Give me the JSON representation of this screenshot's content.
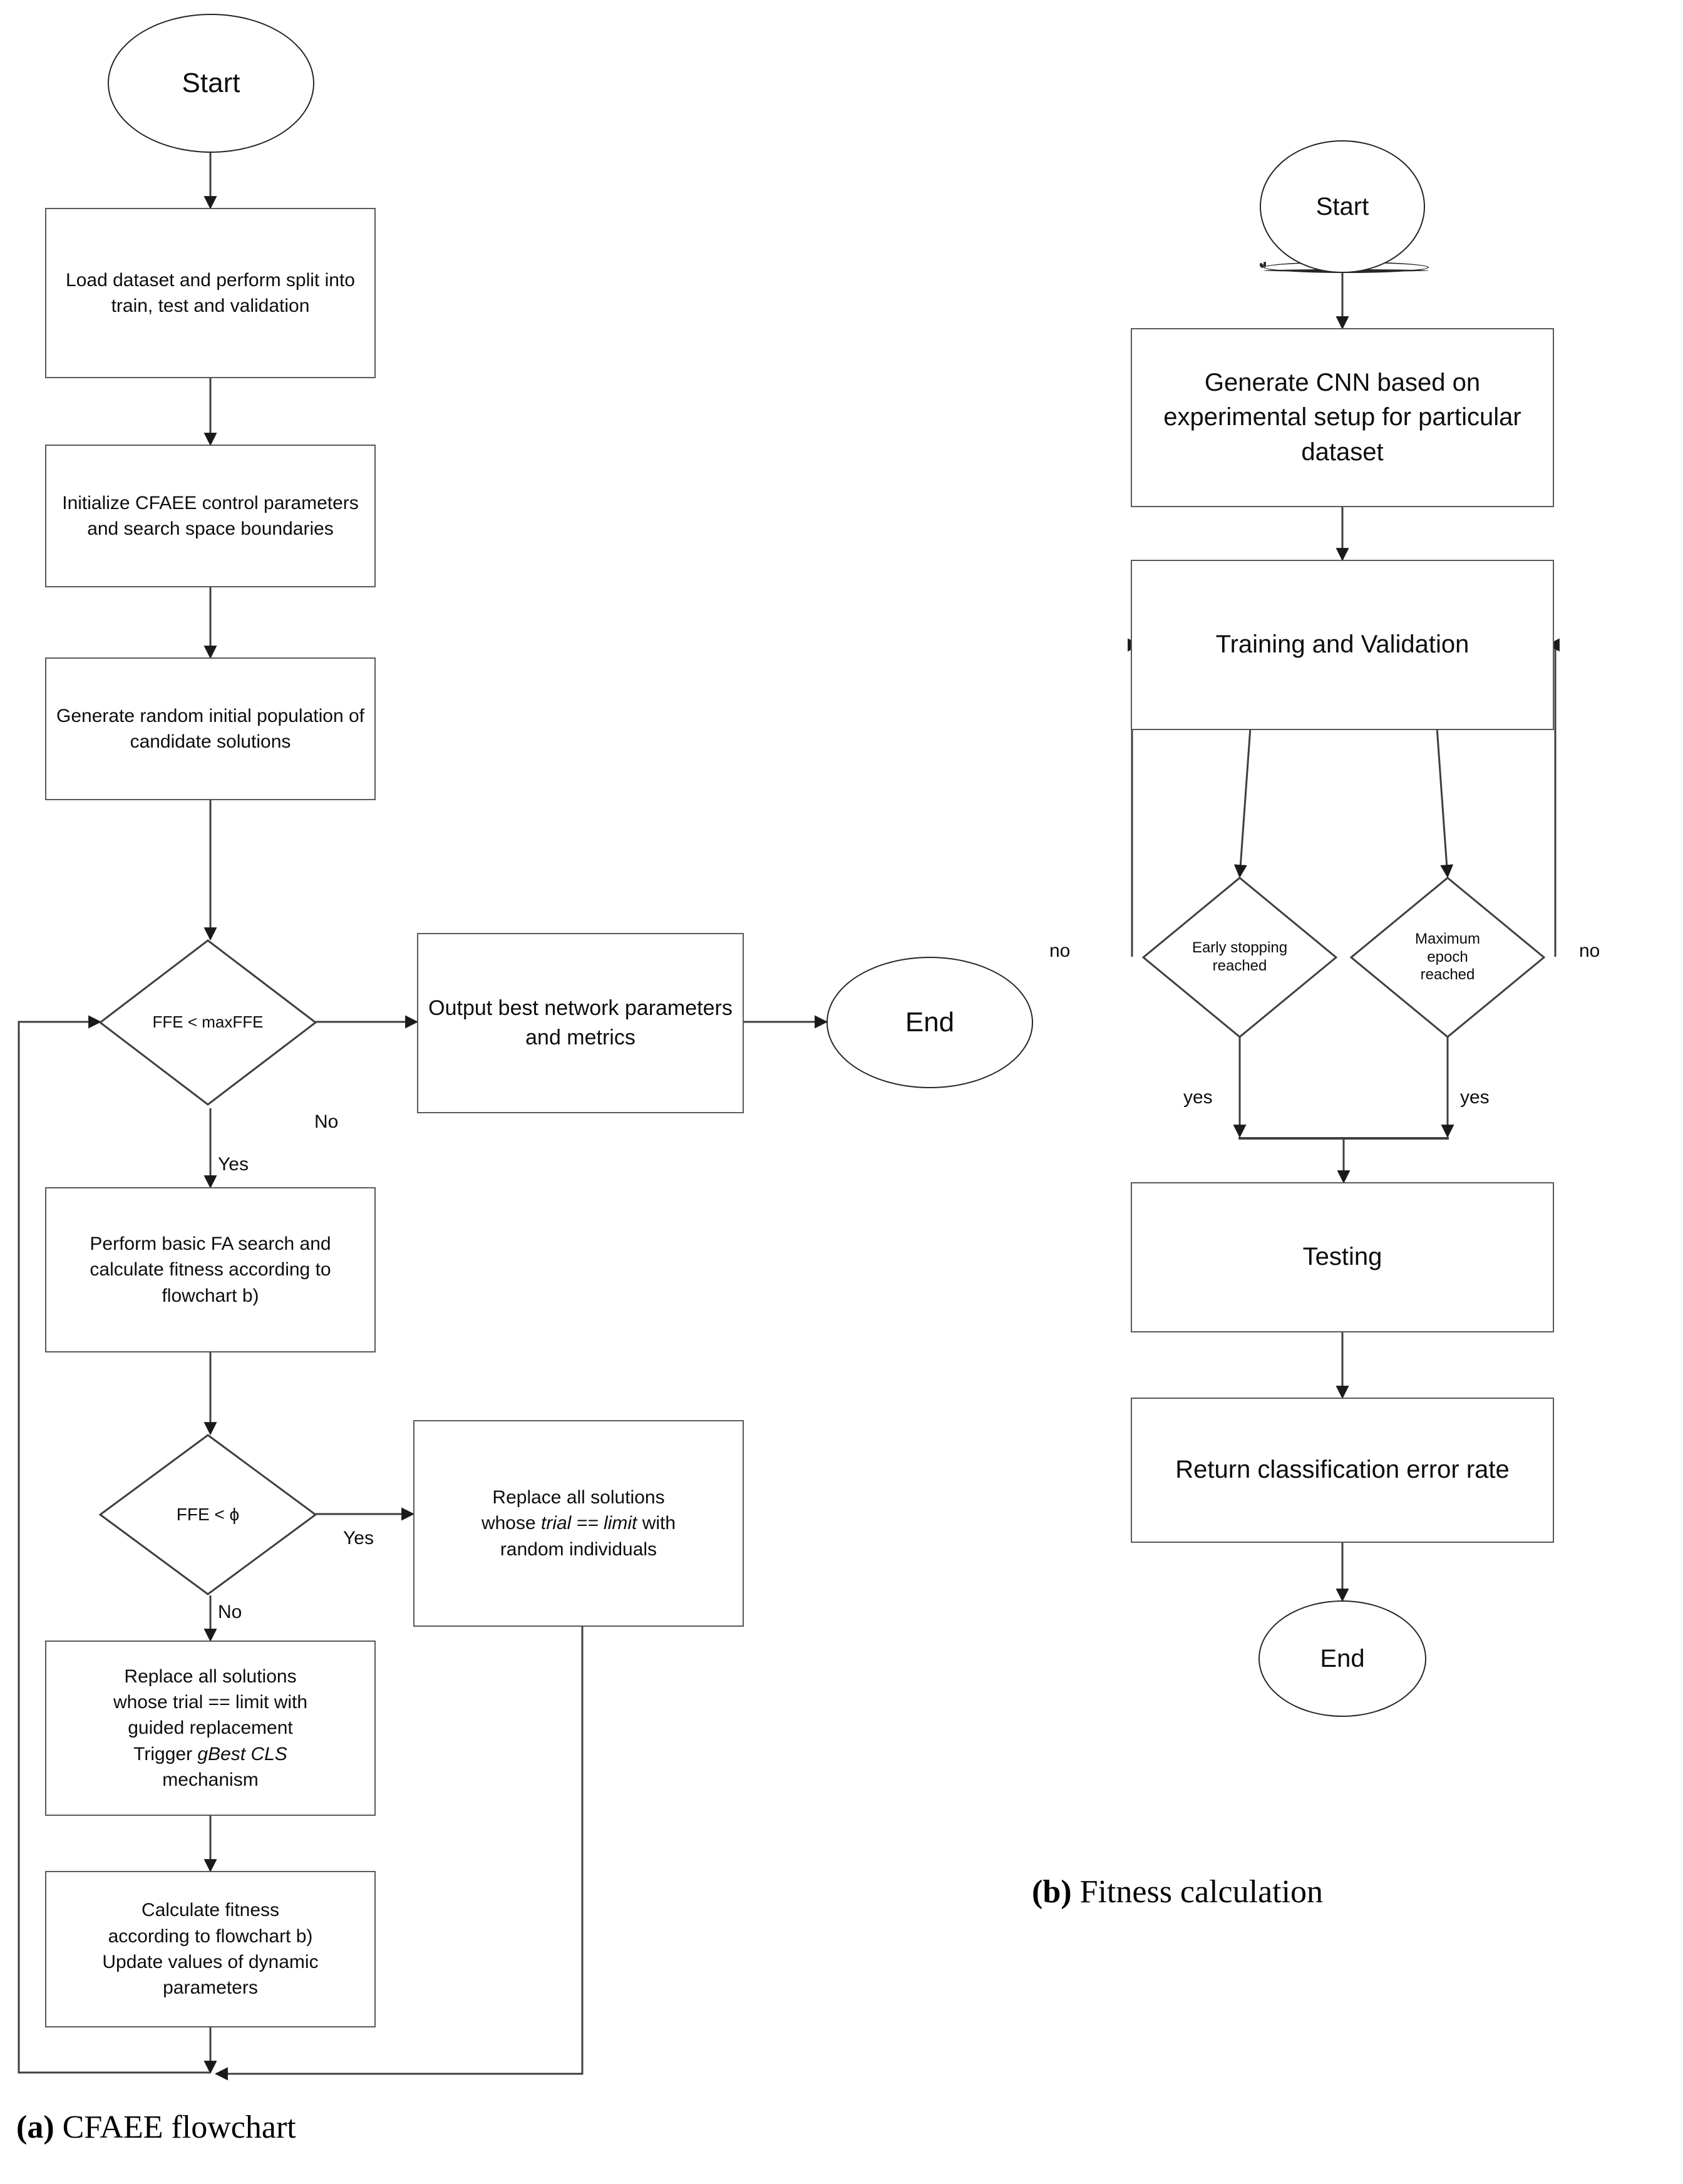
{
  "figure": {
    "panel_a": {
      "caption_prefix": "(a)",
      "caption_text": " CFAEE flowchart",
      "nodes": {
        "start": "Start",
        "load_dataset": "Load dataset and perform split into train, test and validation",
        "init_params": "Initialize CFAEE control parameters and search space boundaries",
        "gen_population": "Generate random initial population of candidate solutions",
        "decision_maxffe": "FFE  < maxFFE",
        "output_best": "Output best network parameters and metrics",
        "end": "End",
        "fa_search": "Perform basic FA search and calculate fitness according to flowchart  b)",
        "decision_phi": "FFE < ϕ",
        "replace_random_l1": "Replace all solutions",
        "replace_random_l2_a": "whose ",
        "replace_random_l2_i1": "trial == limit",
        "replace_random_l2_b": " with",
        "replace_random_l3": "random individuals",
        "guided_l1": "Replace all solutions",
        "guided_l2": "whose trial == limit with",
        "guided_l3": "guided replacement",
        "guided_l4_a": "Trigger ",
        "guided_l4_i": "gBest CLS",
        "guided_l5": "mechanism",
        "calc_fitness_l1": "Calculate fitness",
        "calc_fitness_l2": "according to flowchart b)",
        "calc_fitness_l3": "Update values of dynamic",
        "calc_fitness_l4": "parameters"
      },
      "edge_labels": {
        "maxffe_no": "No",
        "maxffe_yes": "Yes",
        "phi_yes": "Yes",
        "phi_no": "No"
      }
    },
    "panel_b": {
      "caption_prefix": "(b)",
      "caption_text": " Fitness calculation",
      "nodes": {
        "start": "Start",
        "gen_cnn": "Generate CNN based on experimental setup for particular dataset",
        "train_val": "Training and Validation",
        "decision_early_l1": "Early stopping",
        "decision_early_l2": "reached",
        "decision_epoch_l1": "Maximum",
        "decision_epoch_l2": "epoch",
        "decision_epoch_l3": "reached",
        "testing": "Testing",
        "return_error": "Return classification error rate",
        "end": "End"
      },
      "edge_labels": {
        "early_no": "no",
        "early_yes": "yes",
        "epoch_no": "no",
        "epoch_yes": "yes"
      }
    }
  },
  "colors": {
    "stroke": "#3f3f3f",
    "proc_border": "#595959",
    "term_border": "#262626",
    "text": "#0d0d0d",
    "background": "#ffffff"
  }
}
